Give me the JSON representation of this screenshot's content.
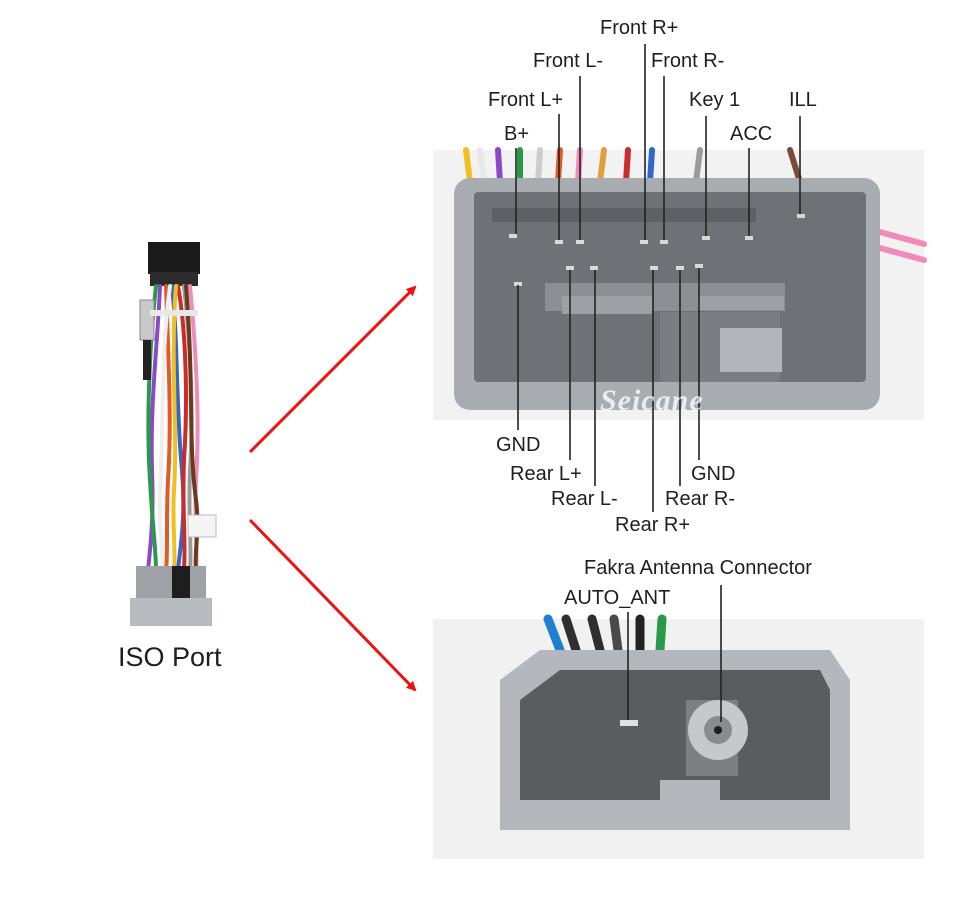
{
  "iso_port": {
    "caption": "ISO Port"
  },
  "main_connector": {
    "watermark": "Seicane",
    "top_pins": {
      "front_r_plus": "Front R+",
      "front_l_minus": "Front L-",
      "front_r_minus": "Front R-",
      "front_l_plus": "Front L+",
      "key_1": "Key 1",
      "ill": "ILL",
      "b_plus": "B+",
      "acc": "ACC"
    },
    "bottom_pins": {
      "gnd_left": "GND",
      "rear_l_plus": "Rear L+",
      "gnd_right": "GND",
      "rear_l_minus": "Rear L-",
      "rear_r_minus": "Rear R-",
      "rear_r_plus": "Rear R+"
    }
  },
  "antenna_connector": {
    "fakra": "Fakra Antenna Connector",
    "auto_ant": "AUTO_ANT"
  },
  "colors": {
    "arrow": "#ee1111",
    "housing": "#a9acb1",
    "housing_inner": "#6f7176",
    "leader": "#222222"
  }
}
